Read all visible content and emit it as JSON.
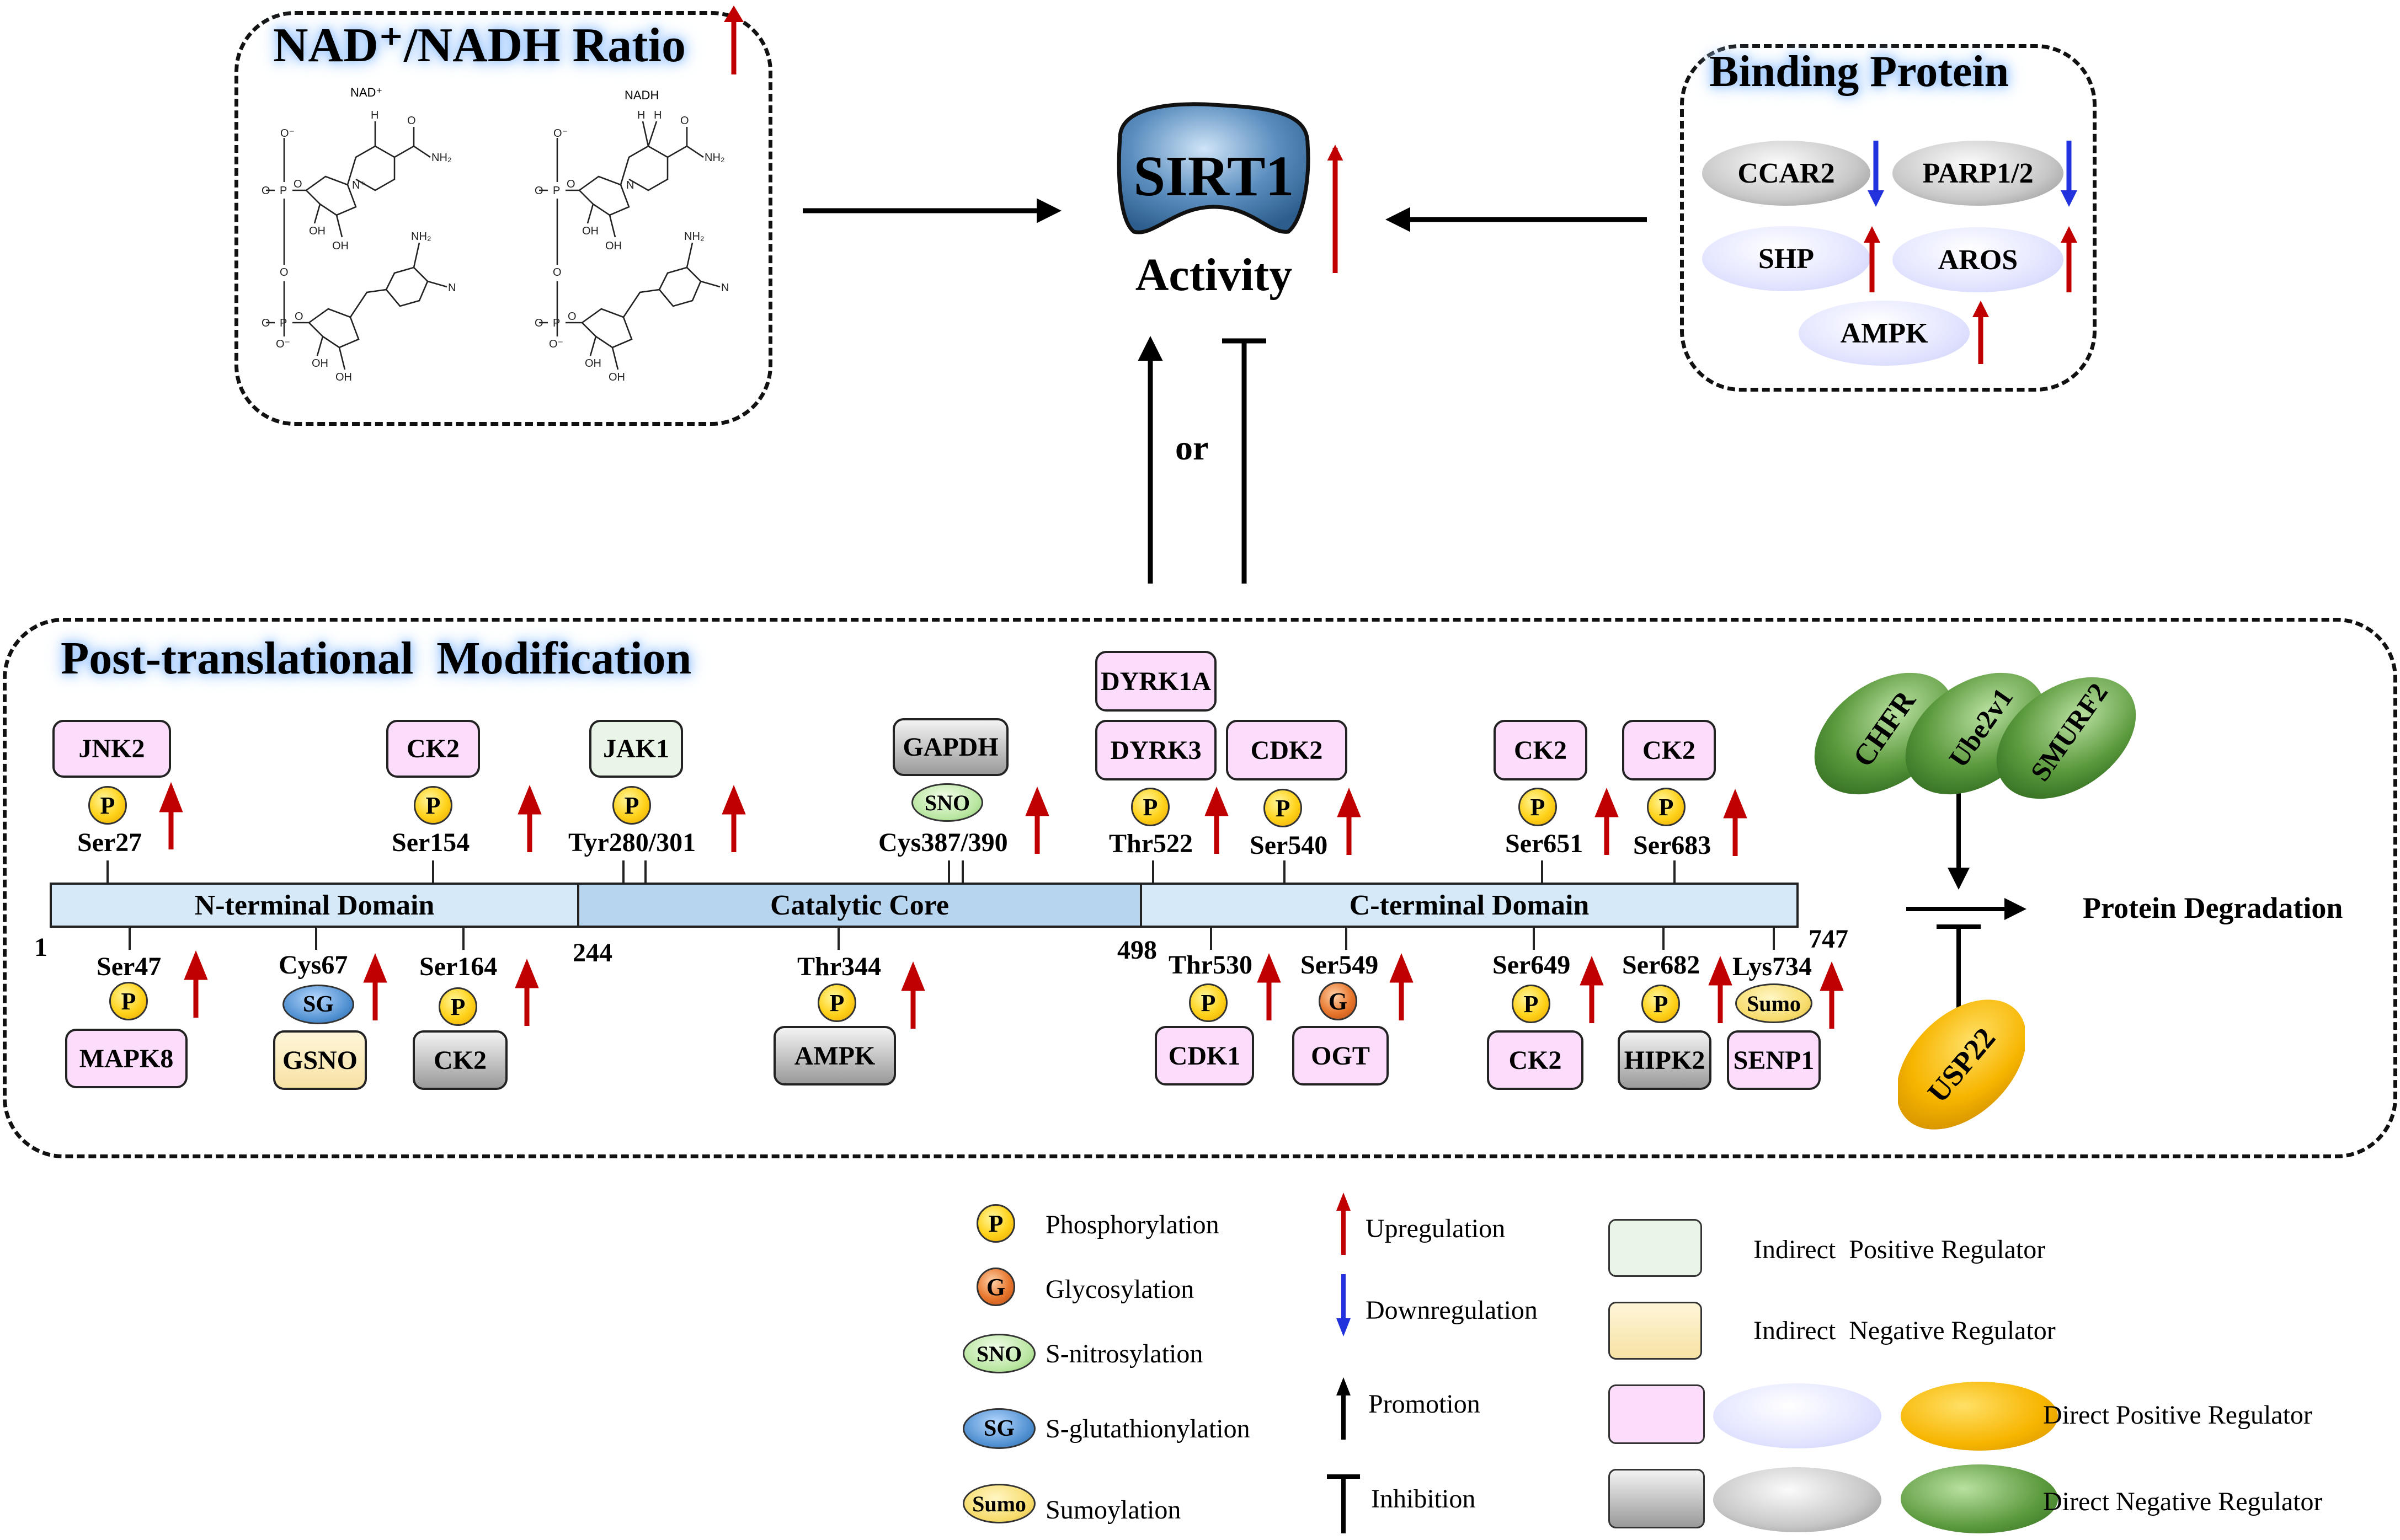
{
  "nad_panel": {
    "title": "NAD⁺/NADH Ratio",
    "nad_label": "NAD⁺",
    "nadh_label": "NADH",
    "atoms": {
      "o_minus": "O⁻",
      "o": "O",
      "p": "P",
      "n": "N",
      "n_plus": "N⁺",
      "h": "H",
      "nh2": "NH₂",
      "oh": "OH"
    }
  },
  "sirt1": {
    "name": "SIRT1",
    "label": "Activity"
  },
  "or_label": "or",
  "binding_panel": {
    "title": "Binding Protein",
    "proteins": [
      "CCAR2",
      "PARP1/2",
      "SHP",
      "AROS",
      "AMPK"
    ]
  },
  "ptm_panel": {
    "title": "Post-translational  Modification",
    "domains": [
      "N-terminal Domain",
      "Catalytic Core",
      "C-terminal Domain"
    ],
    "positions": [
      "1",
      "244",
      "498",
      "747"
    ],
    "top_sites": [
      "Ser27",
      "Ser154",
      "Tyr280/301",
      "Cys387/390",
      "Thr522",
      "Ser540",
      "Ser651",
      "Ser683"
    ],
    "bottom_sites": [
      "Ser47",
      "Cys67",
      "Ser164",
      "Thr344",
      "Thr530",
      "Ser549",
      "Ser649",
      "Ser682",
      "Lys734"
    ],
    "top_regulators": [
      "JNK2",
      "CK2",
      "JAK1",
      "GAPDH",
      "DYRK1A",
      "DYRK3",
      "CDK2",
      "CK2",
      "CK2"
    ],
    "bottom_regulators": [
      "MAPK8",
      "GSNO",
      "CK2",
      "AMPK",
      "CDK1",
      "OGT",
      "CK2",
      "HIPK2",
      "SENP1"
    ],
    "marks": {
      "P": "P",
      "G": "G",
      "SNO": "SNO",
      "SG": "SG",
      "Sumo": "Sumo"
    },
    "degradation": {
      "ligases": [
        "CHFR",
        "Ube2v1",
        "SMURF2"
      ],
      "inhibitor": "USP22",
      "label": "Protein Degradation"
    }
  },
  "legend": {
    "marks": [
      "Phosphorylation",
      "Glycosylation",
      "S-nitrosylation",
      "S-glutathionylation",
      "Sumoylation"
    ],
    "arrows": [
      "Upregulation",
      "Downregulation",
      "Promotion",
      "Inhibition"
    ],
    "regulators": [
      "Indirect  Positive Regulator",
      "Indirect  Negative Regulator",
      "Direct Positive Regulator",
      "Direct Negative Regulator"
    ]
  },
  "colors": {
    "up_arrow": "#c00000",
    "down_arrow": "#2233dd",
    "domain_light": "#d6e9f8",
    "domain_core": "#b8d5f0",
    "sirt1_blue": "#5c8fc0"
  }
}
